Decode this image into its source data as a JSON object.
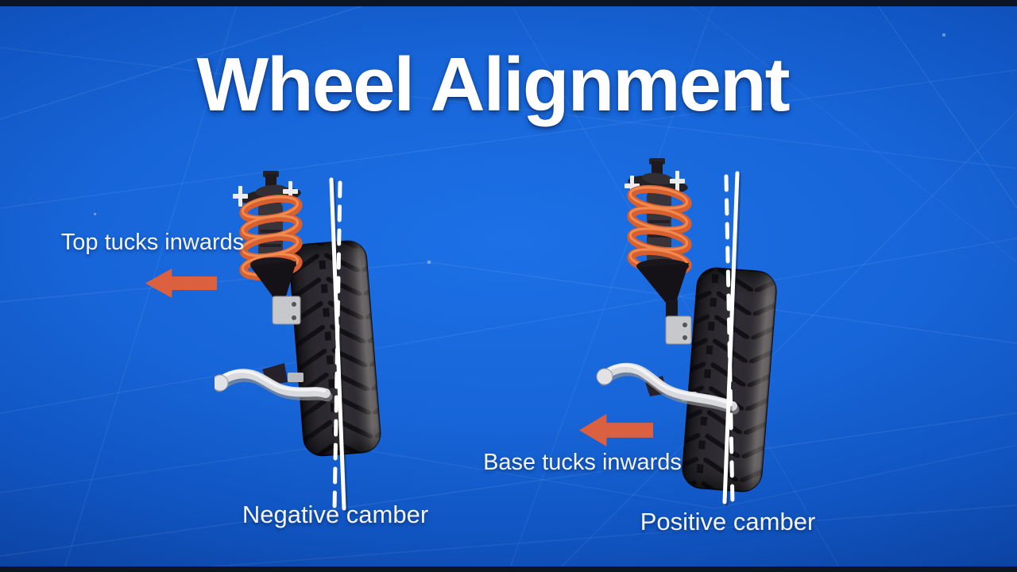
{
  "title": "Wheel Alignment",
  "colors": {
    "background_blue": "#1765d8",
    "accent_orange": "#da6040",
    "spring_orange": "#d95f2e",
    "tire_dark": "#2e2c32",
    "reference_line_white": "#ffffff"
  },
  "left": {
    "camber_type": "negative",
    "annotation": "Top tucks inwards",
    "arrow_icon": "arrow-left",
    "caption": "Negative camber"
  },
  "right": {
    "camber_type": "positive",
    "annotation": "Base tucks inwards",
    "arrow_icon": "arrow-left",
    "caption": "Positive camber"
  }
}
